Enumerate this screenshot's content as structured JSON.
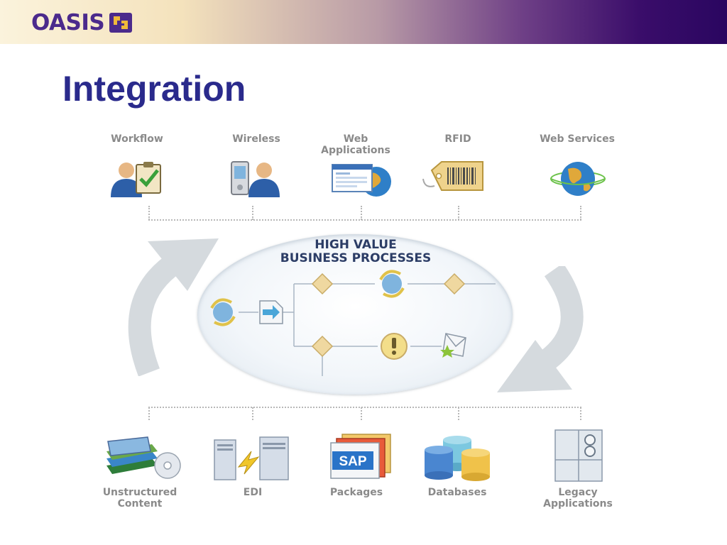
{
  "header": {
    "logo_text": "OASIS",
    "colors": {
      "logo": "#4b2a8c",
      "title": "#2a2a8c",
      "label": "#8a8a8a"
    }
  },
  "slide": {
    "title": "Integration"
  },
  "top_items": [
    {
      "label": "Workflow",
      "icon": "workflow-icon"
    },
    {
      "label": "Wireless",
      "icon": "wireless-icon"
    },
    {
      "label": "Web\nApplications",
      "icon": "web-applications-icon"
    },
    {
      "label": "RFID",
      "icon": "rfid-tag-icon"
    },
    {
      "label": "Web Services",
      "icon": "globe-icon"
    }
  ],
  "process": {
    "title": "HIGH VALUE\nBUSINESS PROCESSES"
  },
  "bottom_items": [
    {
      "label": "Unstructured\nContent",
      "icon": "content-books-icon"
    },
    {
      "label": "EDI",
      "icon": "edi-servers-icon"
    },
    {
      "label": "Packages",
      "icon": "sap-packages-icon"
    },
    {
      "label": "Databases",
      "icon": "databases-icon"
    },
    {
      "label": "Legacy\nApplications",
      "icon": "legacy-cabinet-icon"
    }
  ],
  "badge_text": "SAP"
}
